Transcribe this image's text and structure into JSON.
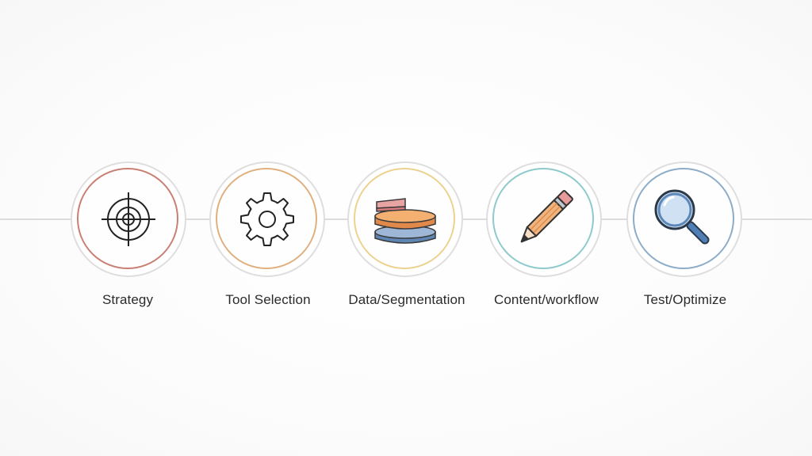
{
  "steps": [
    {
      "label": "Strategy",
      "icon": "target-icon",
      "accent": "#c97f74"
    },
    {
      "label": "Tool Selection",
      "icon": "gear-icon",
      "accent": "#e0b07f"
    },
    {
      "label": "Data/Segmentation",
      "icon": "database-stack-icon",
      "accent": "#ecd28e"
    },
    {
      "label": "Content/workflow",
      "icon": "pencil-icon",
      "accent": "#8ec9cc"
    },
    {
      "label": "Test/Optimize",
      "icon": "magnifying-glass-icon",
      "accent": "#8cacc8"
    }
  ]
}
